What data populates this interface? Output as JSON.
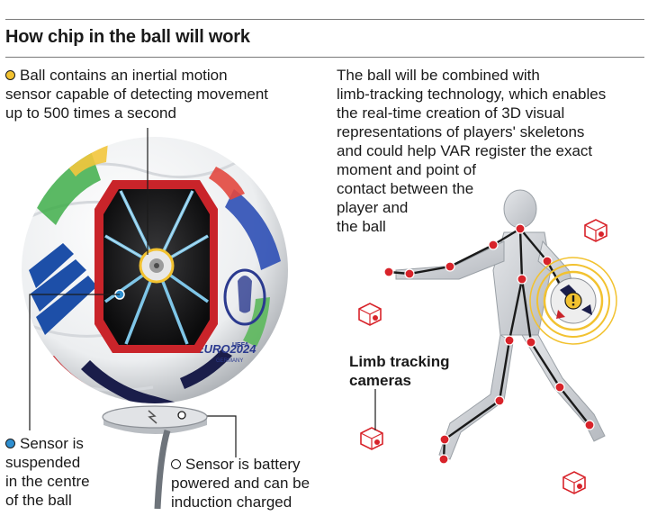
{
  "title": "How chip in the ball will work",
  "sensor_motion": {
    "lines": [
      "Ball contains an inertial motion",
      "sensor capable of detecting movement",
      "up to 500 times a second"
    ],
    "dot_color": "#f2c230"
  },
  "skeleton_text": {
    "lines": [
      "The ball will be combined with",
      "limb-tracking technology, which enables",
      "the real-time creation of 3D visual",
      "representations of players' skeletons",
      "and could help VAR register the exact",
      "moment and point of",
      "contact between the",
      "player and",
      "the ball"
    ]
  },
  "cameras_label": {
    "lines": [
      "Limb tracking",
      "cameras"
    ]
  },
  "sensor_centre": {
    "lines": [
      "Sensor is",
      "suspended",
      "in the centre",
      "of the ball"
    ],
    "dot_color": "#2f8fd0"
  },
  "sensor_battery": {
    "lines": [
      "Sensor is battery",
      "powered and can be",
      "induction charged"
    ],
    "dot_color": "#ffffff"
  },
  "ball_logo": {
    "line1": "EURO2024",
    "line2": "GERMANY",
    "line0": "UEFA"
  },
  "colors": {
    "accent_red": "#d8232a",
    "sensor_yellow": "#f2c230",
    "sensor_blue": "#2f8fd0",
    "rule": "#7a7a7a"
  }
}
